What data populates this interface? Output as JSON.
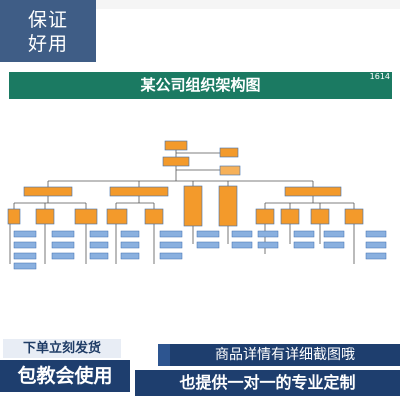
{
  "badge": {
    "line1": "保证",
    "line2": "好用"
  },
  "slide": {
    "title": "某公司组织架构图",
    "page_number": "1614"
  },
  "orgchart": {
    "colors": {
      "orange": "#f39a2b",
      "orange_light": "#f6b15a",
      "blue": "#8ab0df",
      "blue_border": "#3f6fb0",
      "line": "#555555"
    }
  },
  "promo": {
    "order_now": "下单立刻发货",
    "teach_usage": "包教会使用",
    "details": "商品详情有详细截图哦",
    "one_on_one": "也提供一对一的专业定制"
  }
}
